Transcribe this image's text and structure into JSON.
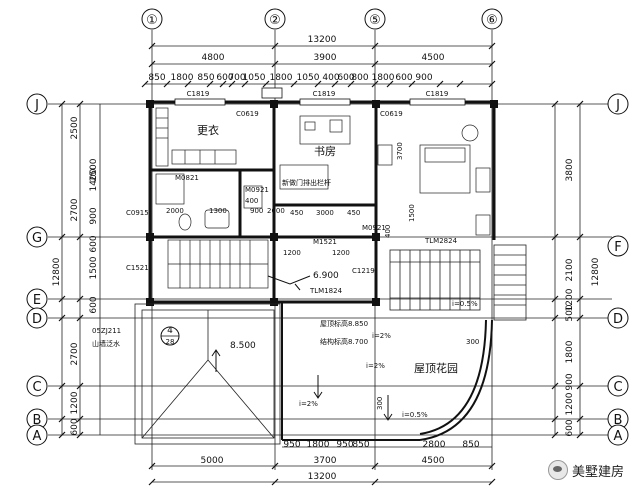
{
  "axes_top": [
    "①",
    "②",
    "⑤",
    "⑥"
  ],
  "axes_left": [
    "J",
    "G",
    "E",
    "D",
    "C",
    "B",
    "A"
  ],
  "axes_right": [
    "J",
    "F",
    "D",
    "C",
    "B",
    "A"
  ],
  "dims_top_total": "13200",
  "dims_top_mid": [
    "4800",
    "3900",
    "4500"
  ],
  "dims_top_row": [
    "850",
    "1800",
    "850",
    "600",
    "700",
    "1050",
    "1800",
    "1050",
    "400",
    "600",
    "800",
    "1800",
    "600",
    "900"
  ],
  "dims_bottom_row": [
    "950",
    "1800",
    "950",
    "850",
    "2800",
    "850"
  ],
  "dims_bottom_mid": [
    "5000",
    "3700",
    "4500"
  ],
  "dims_bottom_total": "13200",
  "dims_left_total": "12800",
  "dims_left_inner": [
    "2500",
    "2500",
    "2700",
    "1400",
    "900",
    "600",
    "1500",
    "600",
    "2700",
    "1200",
    "600"
  ],
  "dims_right_total": "12800",
  "dims_right_inner": [
    "3800",
    "2100",
    "1200",
    "500",
    "1800",
    "900",
    "1200",
    "600"
  ],
  "rooms": {
    "changing": "更衣",
    "study": "书房",
    "roof_garden": "屋顶花园"
  },
  "labels": {
    "c1819_a": "C1819",
    "c1819_b": "C1819",
    "c1819_c": "C1819",
    "c0619_a": "C0619",
    "c0619_b": "C0619",
    "m0821": "M0821",
    "m0921": "M0921",
    "c0915": "C0915",
    "m1521": "M1521",
    "m0921b": "M0921",
    "tlm2824": "TLM2824",
    "c1521": "C1521",
    "c1219": "C1219",
    "tlm1824": "TLM1824",
    "stair_note": "新做门排出栏杆",
    "dim_3700": "3700",
    "dim_2000": "2000",
    "dim_1300": "1300",
    "dim_400": "400",
    "dim_900": "900",
    "dim_2000b": "2000",
    "dim_450": "450",
    "dim_3000": "3000",
    "dim_450b": "450",
    "dim_1200": "1200",
    "dim_1500": "1500",
    "dim_400b": "400",
    "dim_1200b": "1200",
    "level_6900": "6.900",
    "level_8500": "8.500",
    "slope_05a": "i=0.5%",
    "slope_05b": "i=0.5%",
    "slope_2a": "i=2%",
    "slope_2b": "i=2%",
    "slope_2c": "i=2%",
    "elev_850": "屋顶标高8.850",
    "elev_700": "结构标高8.700",
    "dim_300": "300",
    "dim_300b": "300",
    "detail_num": "4",
    "detail_ref": "28",
    "gutter_code": "05ZJ211",
    "gutter_name": "山墙泛水"
  },
  "watermark": "美墅建房"
}
